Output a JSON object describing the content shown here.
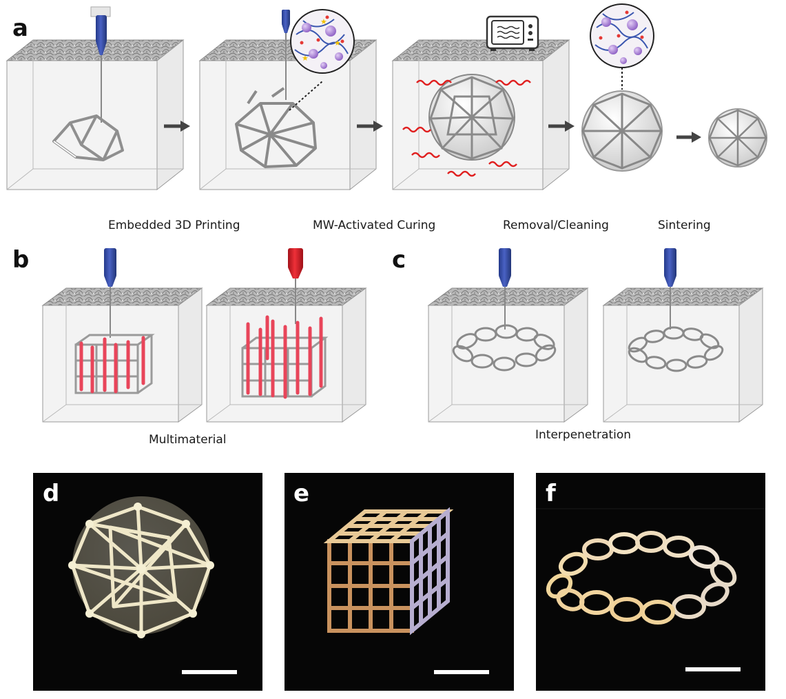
{
  "panels": {
    "a": "a",
    "b": "b",
    "c": "c",
    "d": "d",
    "e": "e",
    "f": "f"
  },
  "captions": {
    "embedded": "Embedded 3D Printing",
    "mw": "MW-Activated Curing",
    "removal": "Removal/Cleaning",
    "sintering": "Sintering",
    "multimaterial": "Multimaterial",
    "interpenetration": "Interpenetration"
  },
  "colors": {
    "nozzle_blue": "#3949a8",
    "nozzle_red": "#d61f26",
    "rod_pink": "#e8455a",
    "wave_red": "#e02020",
    "photo_bg": "#060606",
    "polymer_chain": "#3b57b0",
    "particle_purple": "#a77fd6",
    "crosslink_red": "#e53935",
    "star_yellow": "#f2c000"
  }
}
